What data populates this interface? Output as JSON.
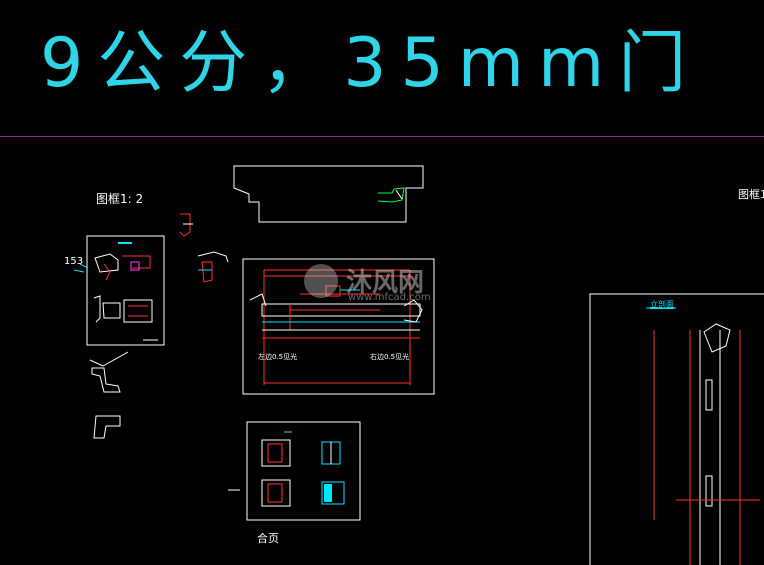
{
  "drawing": {
    "title": "9公分，35mm门",
    "scale_label": "图框1: 2",
    "scale_label_right": "图框1",
    "dim_153": "153",
    "hinge_label": "合页",
    "section_title": "立剖面",
    "note_left": "左边0.5见光",
    "note_right": "右边0.5见光"
  },
  "watermark": {
    "text_cn": "沐风网",
    "text_url": "www.mfcad.com"
  },
  "colors": {
    "background": "#000000",
    "title": "#2fd4e6",
    "divider": "#a020a0",
    "line_white": "#ffffff",
    "line_red": "#ff3030",
    "line_cyan": "#00e5ff",
    "line_green": "#00ff40",
    "line_magenta": "#ff40ff"
  }
}
